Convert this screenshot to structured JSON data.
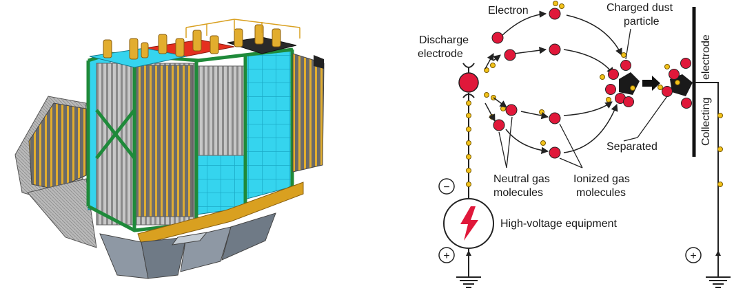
{
  "labels": {
    "electron": "Electron",
    "charged_dust_line1": "Charged dust",
    "charged_dust_line2": "particle",
    "discharge_line1": "Discharge",
    "discharge_line2": "electrode",
    "collecting_line1": "Collecting",
    "collecting_line2": "electrode",
    "separated": "Separated",
    "neutral_line1": "Neutral gas",
    "neutral_line2": "molecules",
    "ionized_line1": "Ionized gas",
    "ionized_line2": "molecules",
    "hv_equipment": "High-voltage equipment",
    "minus": "−",
    "plus_left": "+",
    "plus_right": "+"
  },
  "colors": {
    "molecule_red": "#e0183a",
    "electron_yellow": "#f2c21a",
    "housing_blue": "#35d4ee",
    "frame_green": "#1f8a3a",
    "plate_gold": "#e2ad2e",
    "platform_red": "#e53020",
    "hopper_gray": "#7f8a96",
    "bolt_red": "#e0183a"
  }
}
